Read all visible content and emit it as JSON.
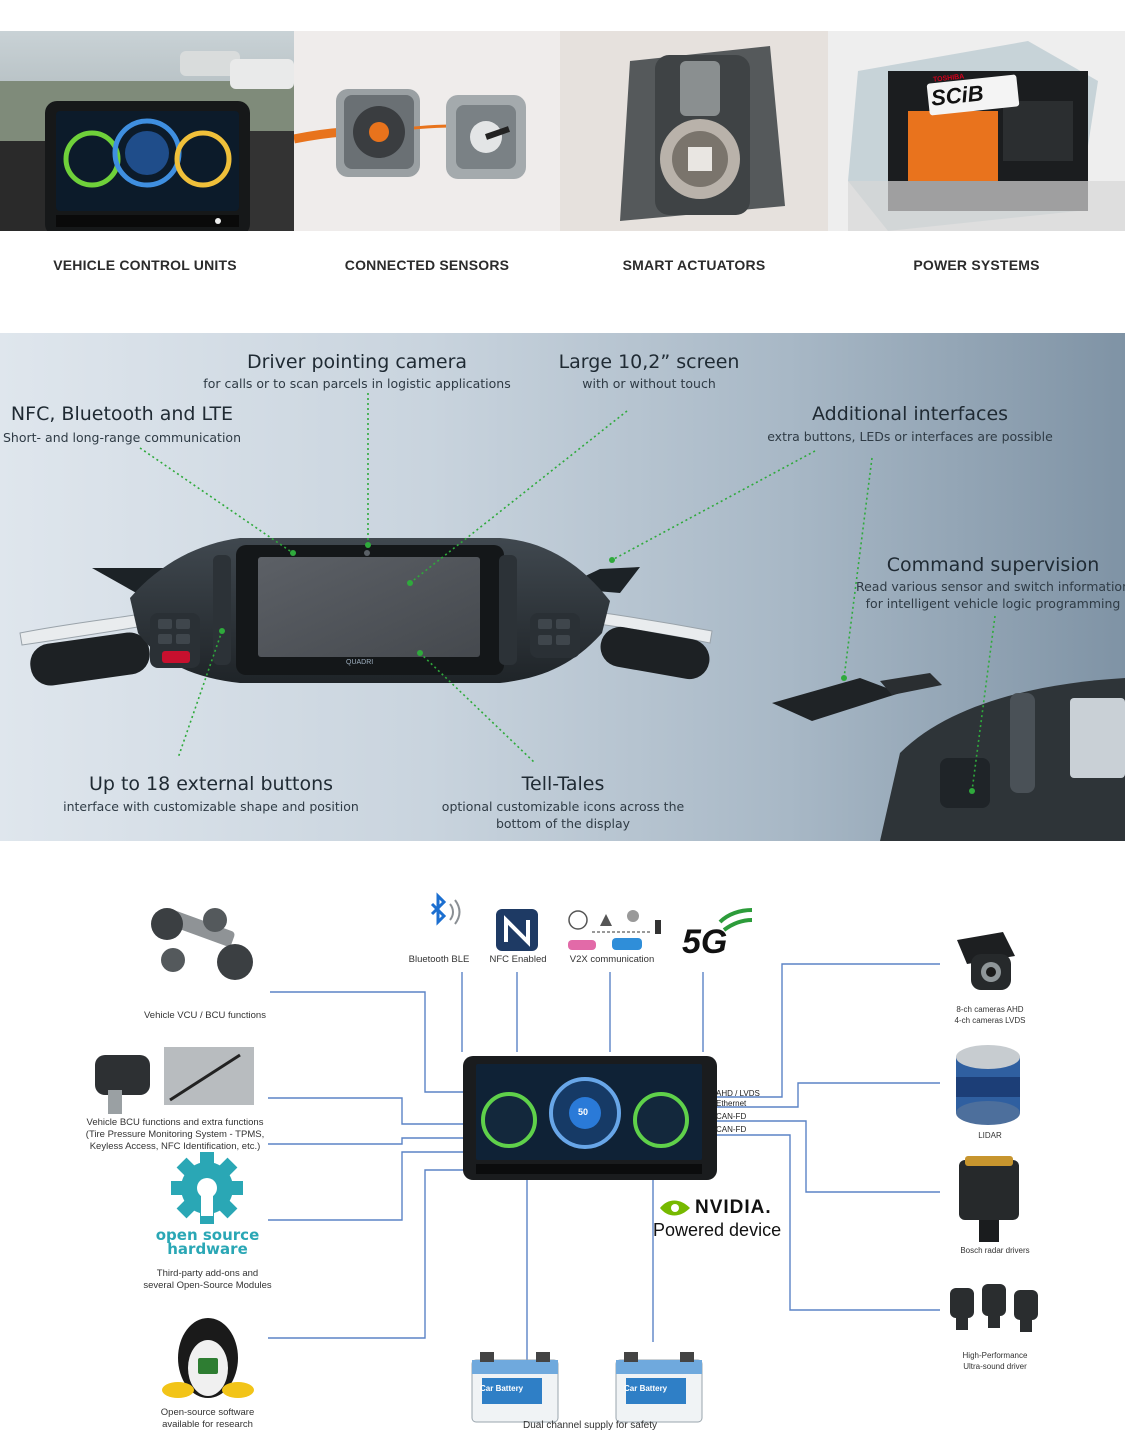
{
  "categories": [
    {
      "label": "VEHICLE CONTROL UNITS",
      "icon": "vehicle-control-unit-photo"
    },
    {
      "label": "CONNECTED SENSORS",
      "icon": "connected-sensors-photo"
    },
    {
      "label": "SMART ACTUATORS",
      "icon": "smart-actuator-photo"
    },
    {
      "label": "POWER SYSTEMS",
      "icon": "power-system-photo"
    }
  ],
  "battery_brand": "TOSHIBA",
  "battery_model": "SCiB",
  "dashboard": {
    "brand": "QUADRI",
    "callouts": {
      "camera": {
        "title": "Driver pointing camera",
        "sub": "for calls or to scan parcels in logistic applications"
      },
      "screen": {
        "title": "Large 10,2” screen",
        "sub": "with or without touch"
      },
      "nfc": {
        "title": "NFC, Bluetooth and LTE",
        "sub": "Short- and long-range communication"
      },
      "interfaces": {
        "title": "Additional interfaces",
        "sub": "extra buttons, LEDs or interfaces are possible"
      },
      "command": {
        "title": "Command supervision",
        "sub1": "Read various sensor and switch information",
        "sub2": "for intelligent vehicle logic programming"
      },
      "buttons": {
        "title": "Up to 18 external buttons",
        "sub": "interface with customizable shape and position"
      },
      "telltales": {
        "title": "Tell-Tales",
        "sub1": "optional customizable icons across the",
        "sub2": "bottom of the display"
      }
    }
  },
  "diagram": {
    "top": {
      "bluetooth": "Bluetooth BLE",
      "nfc": "NFC Enabled",
      "v2x": "V2X communication",
      "fiveg": "5G"
    },
    "left": {
      "vcu": "Vehicle VCU / BCU functions",
      "bcu1": "Vehicle BCU functions and extra functions",
      "bcu2": "(Tire Pressure Monitoring System - TPMS,",
      "bcu3": "Keyless Access, NFC Identification, etc.)",
      "osh_line1": "open source",
      "osh_line2": "hardware",
      "osh_desc1": "Third-party add-ons and",
      "osh_desc2": "several Open-Source Modules",
      "linux1": "Open-source software",
      "linux2": "available for research"
    },
    "right": {
      "cam1": "8-ch cameras AHD",
      "cam2": "4-ch cameras LVDS",
      "lidar": "LIDAR",
      "radar": "Bosch radar drivers",
      "us1": "High-Performance",
      "us2": "Ultra-sound driver"
    },
    "interfaces": [
      "AHD / LVDS",
      "Ethernet",
      "CAN-FD",
      "CAN-FD"
    ],
    "nvidia": "NVIDIA.",
    "nvidia_sub": "Powered device",
    "battery": "Car Battery",
    "bottom": "Dual channel supply for safety",
    "screen_speed": "50"
  }
}
